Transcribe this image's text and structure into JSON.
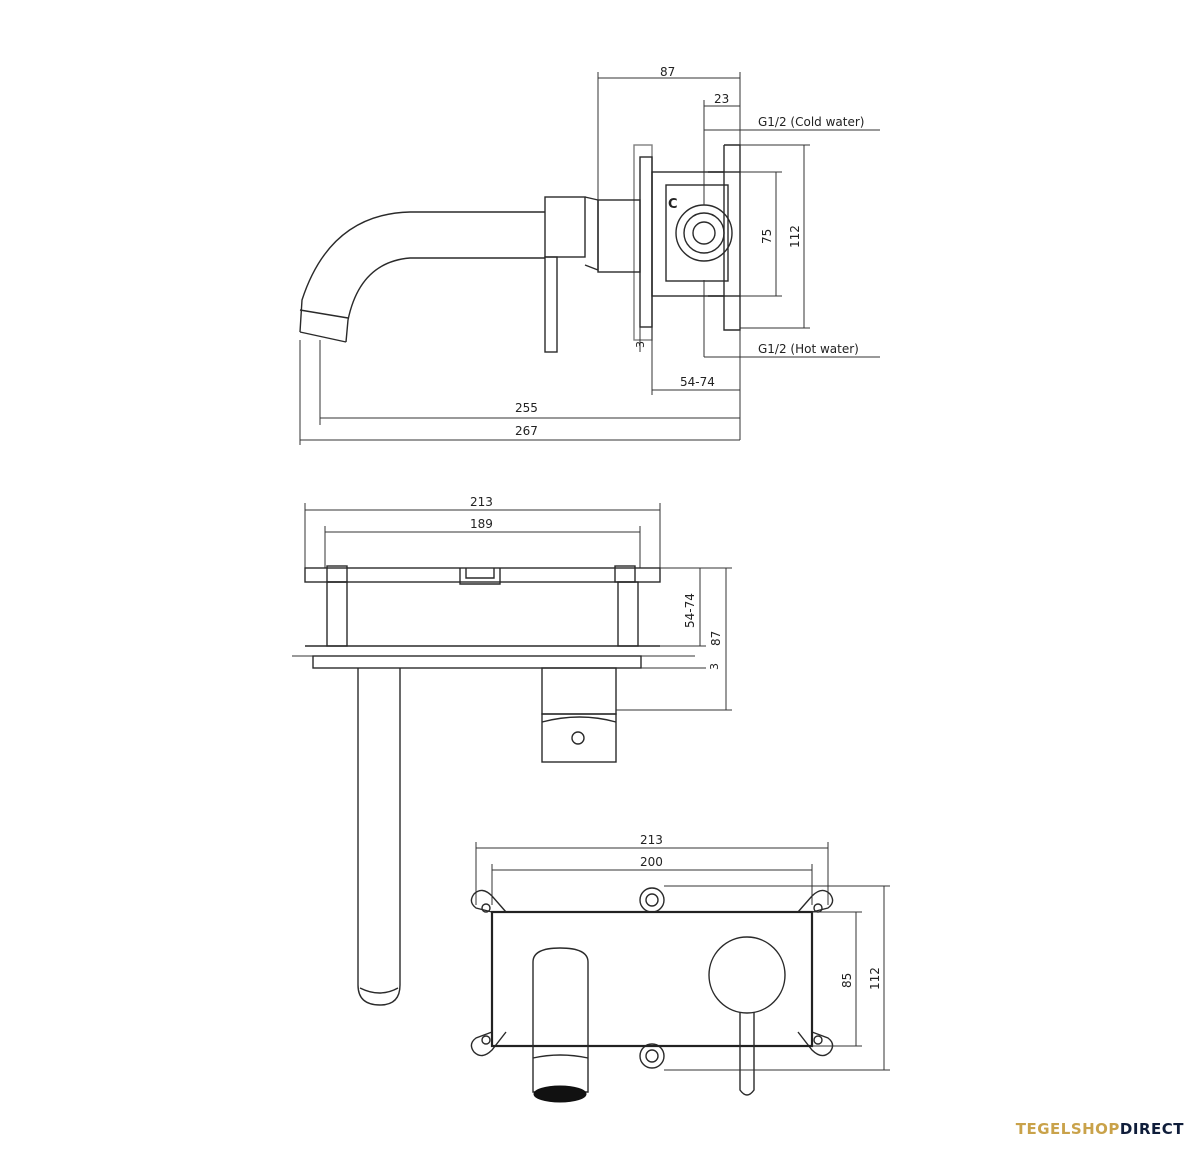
{
  "top_view": {
    "dim_87": "87",
    "dim_23": "23",
    "cold_label": "G1/2 (Cold water)",
    "hot_label": "G1/2 (Hot water)",
    "c_label": "C",
    "dim_75": "75",
    "dim_112": "112",
    "dim_3": "3",
    "dim_54_74": "54-74",
    "dim_255": "255",
    "dim_267": "267"
  },
  "middle_view": {
    "dim_213": "213",
    "dim_189": "189",
    "dim_54_74": "54-74",
    "dim_87": "87",
    "dim_3": "3"
  },
  "front_view": {
    "dim_213": "213",
    "dim_200": "200",
    "dim_85": "85",
    "dim_112": "112"
  },
  "watermark": {
    "part1": "TEGELSHOP",
    "part2": "DIRECT",
    "color1": "#c9a24a",
    "color2": "#0f1d3a"
  }
}
